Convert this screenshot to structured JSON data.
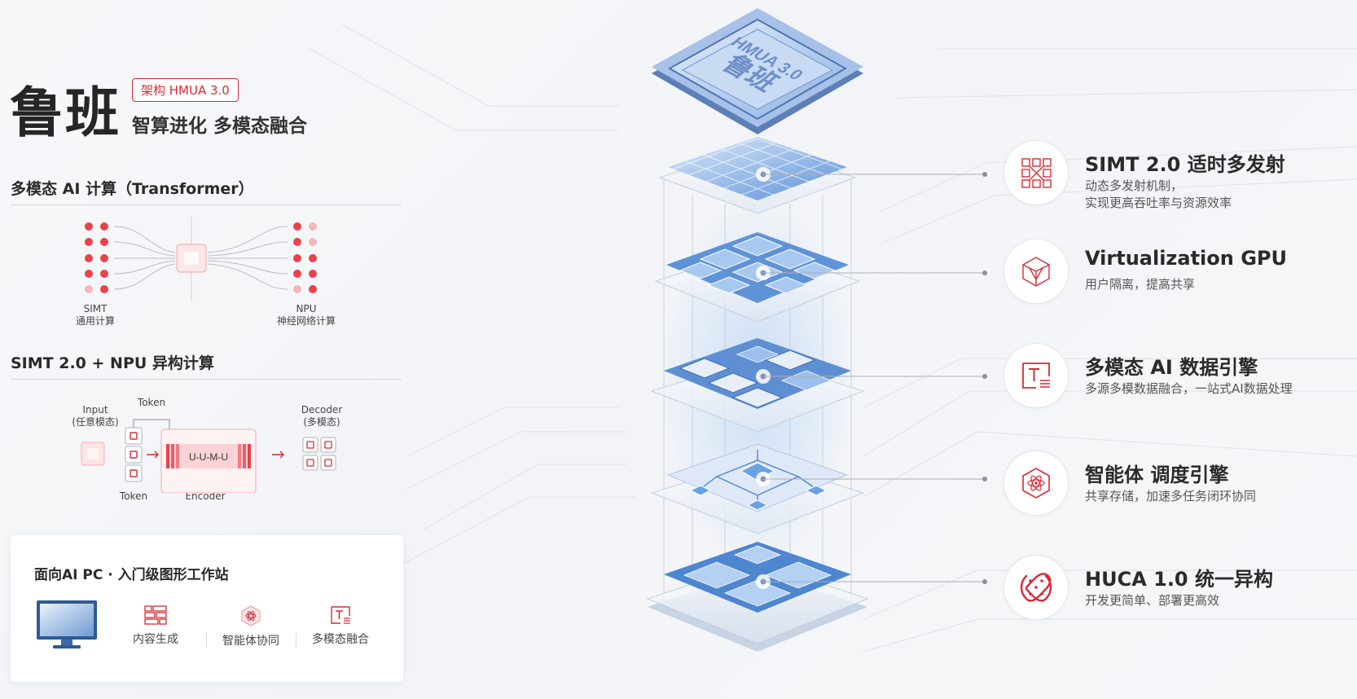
{
  "brand": {
    "name": "鲁班",
    "arch_badge": "架构 HMUA 3.0",
    "tagline": "智算进化 多模态融合"
  },
  "chip": {
    "line1": "HMUA 3.0",
    "line2": "鲁班"
  },
  "section1": {
    "title": "多模态 AI 计算（Transformer）",
    "left_label_1": "SIMT",
    "left_label_2": "通用计算",
    "right_label_1": "NPU",
    "right_label_2": "神经网络计算"
  },
  "section2": {
    "title": "SIMT 2.0 + NPU 异构计算",
    "input_label_1": "Input",
    "input_label_2": "(任意模态)",
    "token_top": "Token",
    "token_bottom": "Token",
    "encoder_text": "U-U-M-U",
    "encoder_label": "Encoder",
    "decoder_label_1": "Decoder",
    "decoder_label_2": "(多模态)"
  },
  "card": {
    "title": "面向AI PC · 入门级图形工作站",
    "features": [
      {
        "label": "内容生成",
        "icon": "content-grid-icon"
      },
      {
        "label": "智能体协同",
        "icon": "agent-hexagon-icon"
      },
      {
        "label": "多模态融合",
        "icon": "text-doc-icon"
      }
    ]
  },
  "features": [
    {
      "title": "SIMT 2.0 适时多发射",
      "desc_1": "动态多发射机制，",
      "desc_2": "实现更高吞吐率与资源效率",
      "icon": "multi-issue-grid-icon"
    },
    {
      "title": "Virtualization GPU",
      "desc_1": "用户隔离，提高共享",
      "desc_2": "",
      "icon": "cube-icon"
    },
    {
      "title": "多模态 AI 数据引擎",
      "desc_1": "多源多模数据融合，一站式AI数据处理",
      "desc_2": "",
      "icon": "text-doc-icon"
    },
    {
      "title": "智能体 调度引擎",
      "desc_1": "共享存储，加速多任务闭环协同",
      "desc_2": "",
      "icon": "atom-hexagon-icon"
    },
    {
      "title": "HUCA 1.0 统一异构",
      "desc_1": "开发更简单、部署更高效",
      "desc_2": "",
      "icon": "cross-link-icon"
    }
  ],
  "colors": {
    "accent_red": "#d92a34",
    "chip_blue": "#7fa6dc",
    "layer_blue": "#5b8fd6"
  }
}
